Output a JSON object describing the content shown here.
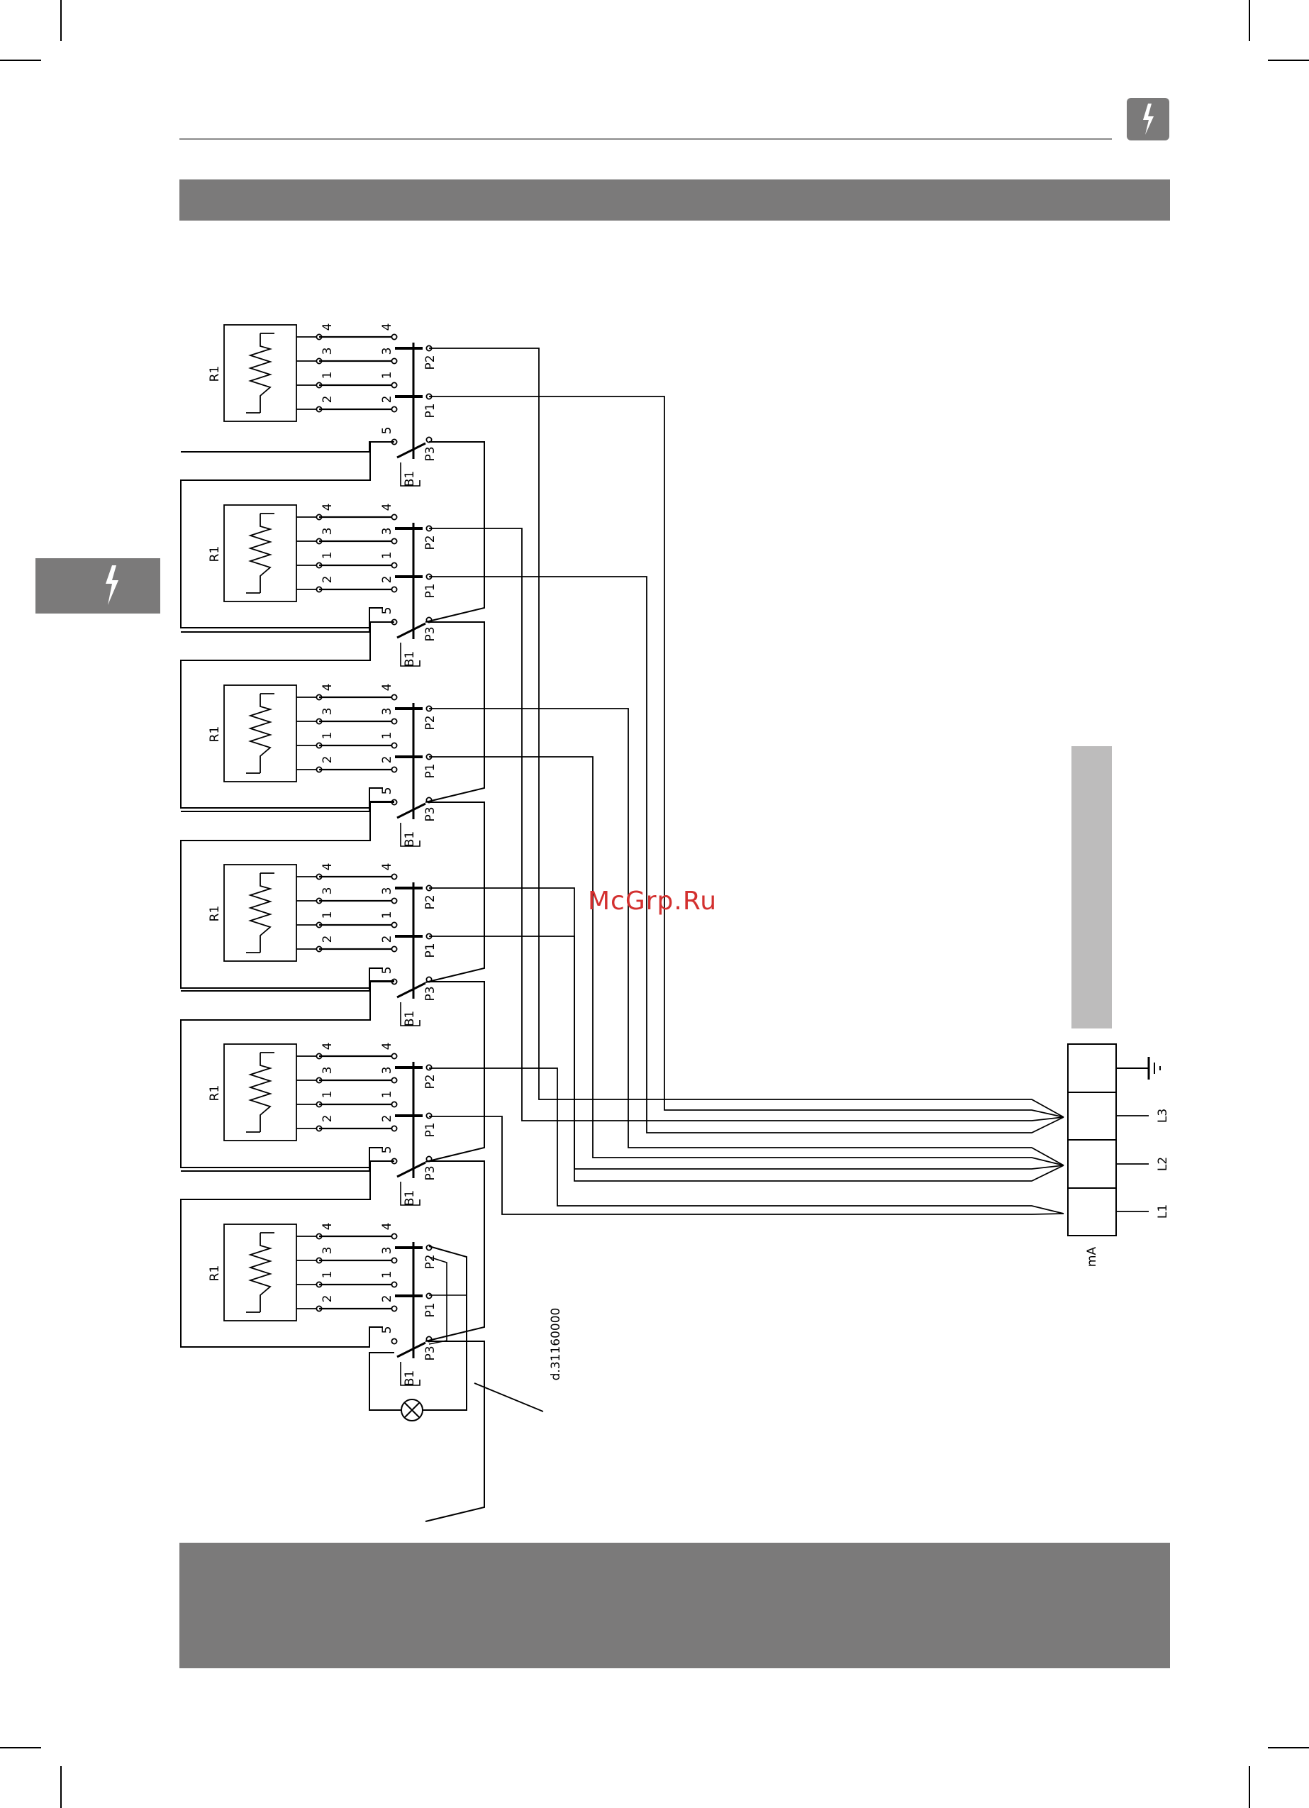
{
  "watermark": "McGrp.Ru",
  "doc_code": "d.31160000",
  "icons": {
    "corner_badge": "lightning-icon",
    "side_tab": "lightning-icon",
    "lamp": "lamp-icon",
    "ground": "ground-icon"
  },
  "colors": {
    "band": "#7b7a7a",
    "panel": "#bdbcbc",
    "watermark": "#d3302f"
  },
  "diagram": {
    "resistor_label": "R1",
    "thermostat_label": "B1",
    "terminals_left": [
      "4",
      "3",
      "1",
      "2"
    ],
    "terminal_5": "5",
    "contacts": [
      "P2",
      "P1",
      "P3"
    ],
    "meter_label": "mA",
    "phases": [
      "L3",
      "L2",
      "L1"
    ]
  }
}
